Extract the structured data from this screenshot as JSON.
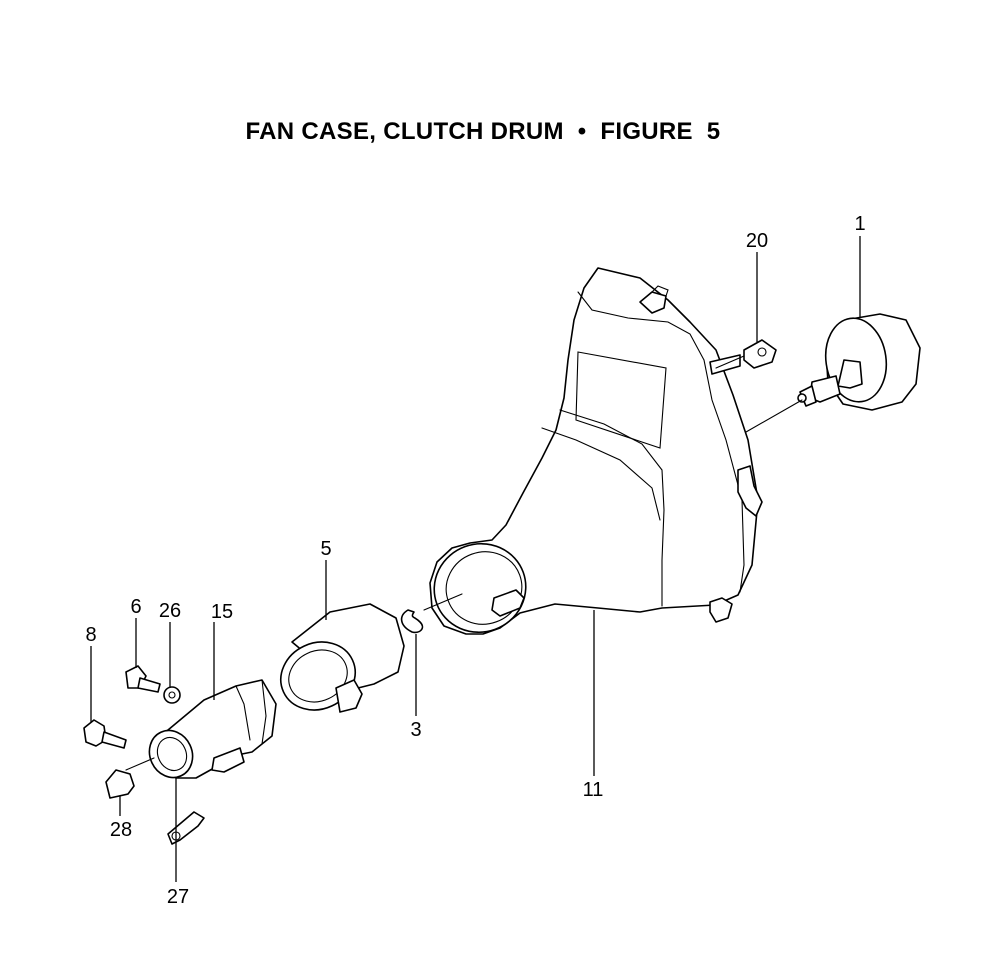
{
  "title": "FAN CASE, CLUTCH DRUM  •  FIGURE  5",
  "callouts": [
    {
      "id": "1",
      "label": "1"
    },
    {
      "id": "20",
      "label": "20"
    },
    {
      "id": "5",
      "label": "5"
    },
    {
      "id": "6",
      "label": "6"
    },
    {
      "id": "26",
      "label": "26"
    },
    {
      "id": "15",
      "label": "15"
    },
    {
      "id": "8",
      "label": "8"
    },
    {
      "id": "3",
      "label": "3"
    },
    {
      "id": "11",
      "label": "11"
    },
    {
      "id": "28",
      "label": "28"
    },
    {
      "id": "27",
      "label": "27"
    }
  ]
}
